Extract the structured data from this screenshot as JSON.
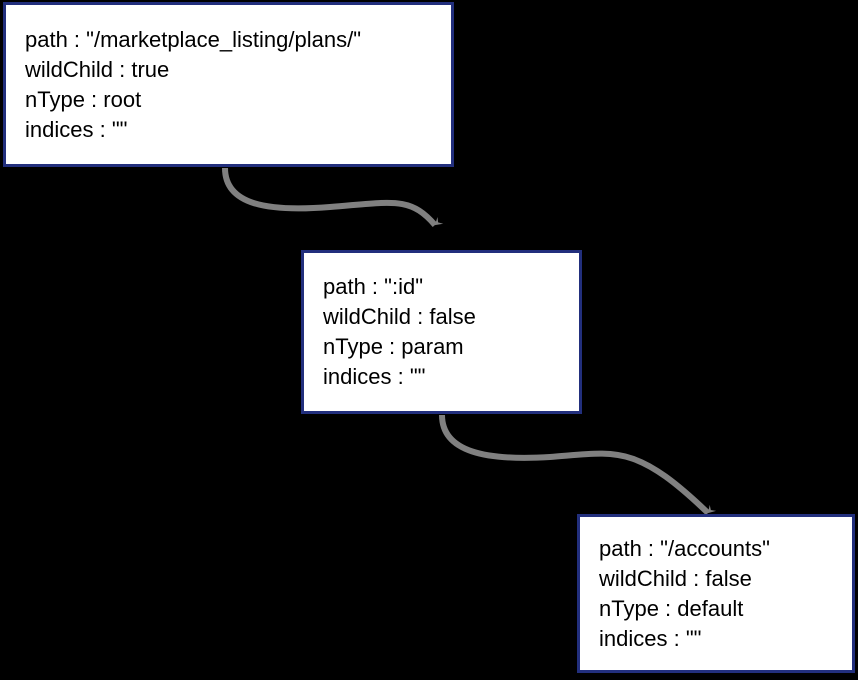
{
  "diagram": {
    "type": "tree",
    "background_color": "#000000",
    "node_border_color": "#222f7d",
    "node_fill_color": "#ffffff",
    "edge_color": "#808080",
    "nodes": [
      {
        "id": "root",
        "name": "root-node",
        "lines": [
          "path : \"/marketplace_listing/plans/\"",
          "wildChild : true",
          "nType : root",
          "indices : \"\""
        ],
        "fields": {
          "path": "/marketplace_listing/plans/",
          "wildChild": "true",
          "nType": "root",
          "indices": ""
        }
      },
      {
        "id": "param",
        "name": "param-node",
        "lines": [
          "path : \":id\"",
          "wildChild : false",
          "nType : param",
          "indices : \"\""
        ],
        "fields": {
          "path": ":id",
          "wildChild": "false",
          "nType": "param",
          "indices": ""
        }
      },
      {
        "id": "default",
        "name": "default-node",
        "lines": [
          "path : \"/accounts\"",
          "wildChild : false",
          "nType : default",
          "indices : \"\""
        ],
        "fields": {
          "path": "/accounts",
          "wildChild": "false",
          "nType": "default",
          "indices": ""
        }
      }
    ],
    "edges": [
      {
        "name": "edge-root-to-param",
        "from": "root",
        "to": "param",
        "style": "curved-arrow"
      },
      {
        "name": "edge-param-to-default",
        "from": "param",
        "to": "default",
        "style": "curved-arrow"
      }
    ]
  }
}
